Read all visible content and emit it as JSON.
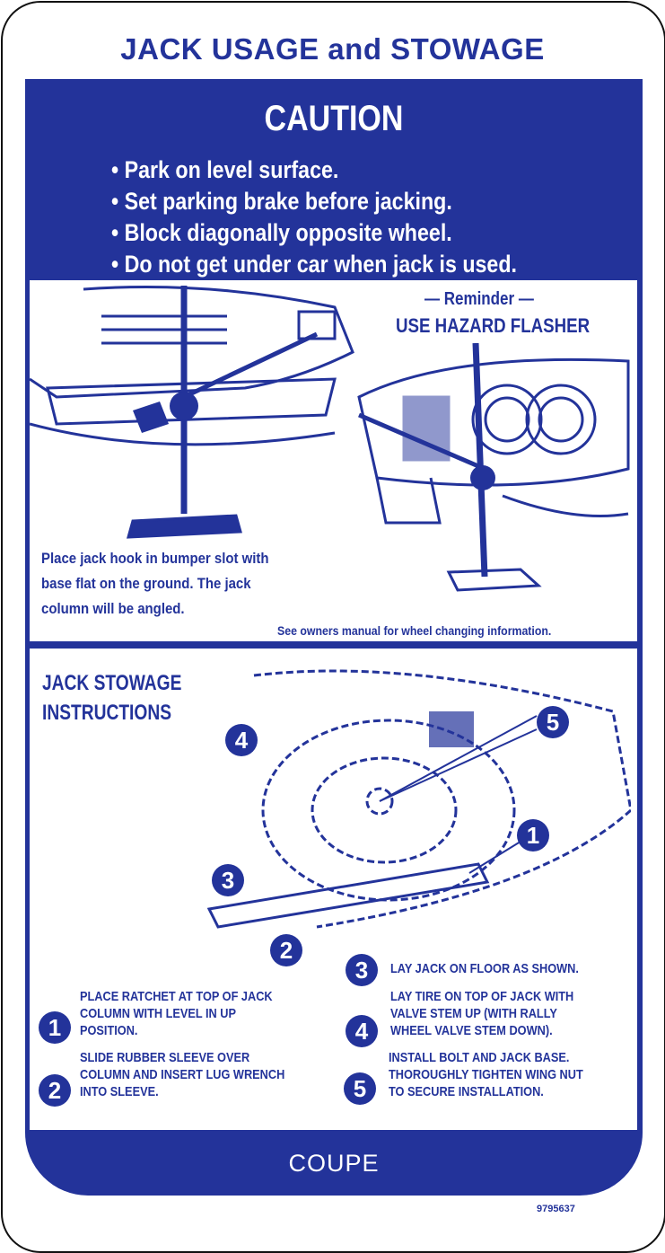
{
  "title": "JACK USAGE and STOWAGE",
  "caution": {
    "heading": "CAUTION",
    "bullets": [
      "• Park on level surface.",
      "• Set parking brake before jacking.",
      "• Block diagonally opposite wheel.",
      "• Do not get under car when jack is used."
    ]
  },
  "usage": {
    "reminder": "— Reminder —",
    "hazard": "USE HAZARD FLASHER",
    "instruction_lines": [
      "Place jack hook in bumper slot with",
      "base flat on the ground. The jack",
      "column will be angled."
    ],
    "manual_note": "See owners manual for wheel changing information."
  },
  "stowage": {
    "heading_lines": [
      "JACK STOWAGE",
      "INSTRUCTIONS"
    ],
    "steps": [
      {
        "num": "1",
        "lines": [
          "PLACE RATCHET AT TOP OF JACK",
          "COLUMN WITH LEVEL IN UP",
          "POSITION."
        ]
      },
      {
        "num": "2",
        "lines": [
          "SLIDE RUBBER SLEEVE OVER",
          "COLUMN AND INSERT LUG WRENCH",
          "INTO SLEEVE."
        ]
      },
      {
        "num": "3",
        "lines": [
          "LAY JACK ON FLOOR AS SHOWN."
        ]
      },
      {
        "num": "4",
        "lines": [
          "LAY TIRE ON TOP OF JACK WITH",
          "VALVE STEM UP (WITH RALLY",
          "WHEEL VALVE STEM DOWN)."
        ]
      },
      {
        "num": "5",
        "lines": [
          "INSTALL BOLT AND JACK BASE.",
          "THOROUGHLY TIGHTEN WING NUT",
          "TO SECURE INSTALLATION."
        ]
      }
    ]
  },
  "footer": {
    "model": "COUPE",
    "part_number": "9795637"
  },
  "colors": {
    "ink": "#23339a",
    "paper": "#ffffff"
  }
}
